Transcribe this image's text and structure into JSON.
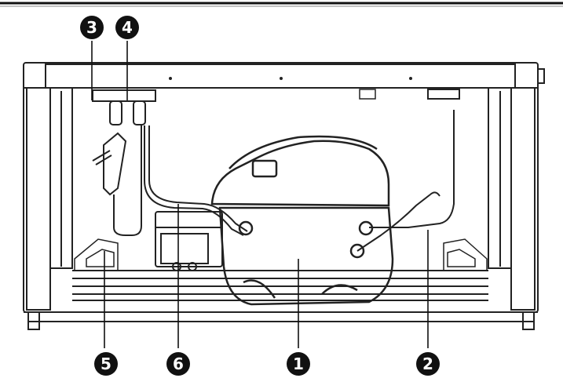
{
  "callouts": [
    {
      "id": "1",
      "label": "1"
    },
    {
      "id": "2",
      "label": "2"
    },
    {
      "id": "3",
      "label": "3"
    },
    {
      "id": "4",
      "label": "4"
    },
    {
      "id": "5",
      "label": "5"
    },
    {
      "id": "6",
      "label": "6"
    }
  ]
}
